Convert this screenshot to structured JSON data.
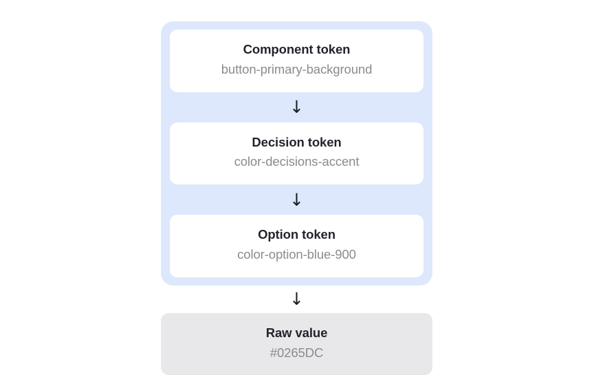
{
  "diagram": {
    "title": "design-token-resolution-chain",
    "background_color": "#FFFFFF",
    "group_background_color": "#DDE8FC",
    "card_background_color": "#FFFFFF",
    "raw_card_background_color": "#E8E8EA",
    "title_color": "#22252C",
    "value_color": "#8B8B90",
    "arrow_glyph": "↓",
    "grouped_nodes": [
      {
        "title": "Component token",
        "value": "button-primary-background"
      },
      {
        "title": "Decision token",
        "value": "color-decisions-accent"
      },
      {
        "title": "Option token",
        "value": "color-option-blue-900"
      }
    ],
    "final_node": {
      "title": "Raw value",
      "value": "#0265DC"
    }
  }
}
